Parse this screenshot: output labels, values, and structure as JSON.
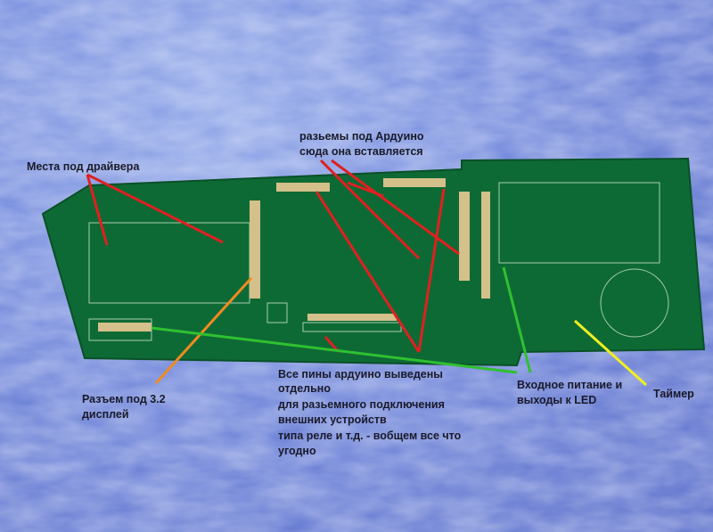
{
  "annotations": {
    "drivers": "Места под драйвера",
    "arduino_line1": "разьемы под Ардуино",
    "arduino_line2": "сюда она вставляется",
    "display_line1": "Разъем под 3.2",
    "display_line2": "дисплей",
    "pins_lines": [
      "Все пины ардуино выведены",
      "отдельно",
      "для разьемного подключения",
      "внешних устройств",
      "типа реле и т.д. - вобщем все что",
      "угодно"
    ],
    "power_line1": "Входное питание и",
    "power_line2": "выходы к LED",
    "timer": "Таймер"
  },
  "colors": {
    "background": "#6f86db",
    "pcb": "#0e6a35",
    "red_arrow": "#e02020",
    "orange_arrow": "#f08a20",
    "green_arrow": "#30c030",
    "yellow_arrow": "#f0f020"
  }
}
